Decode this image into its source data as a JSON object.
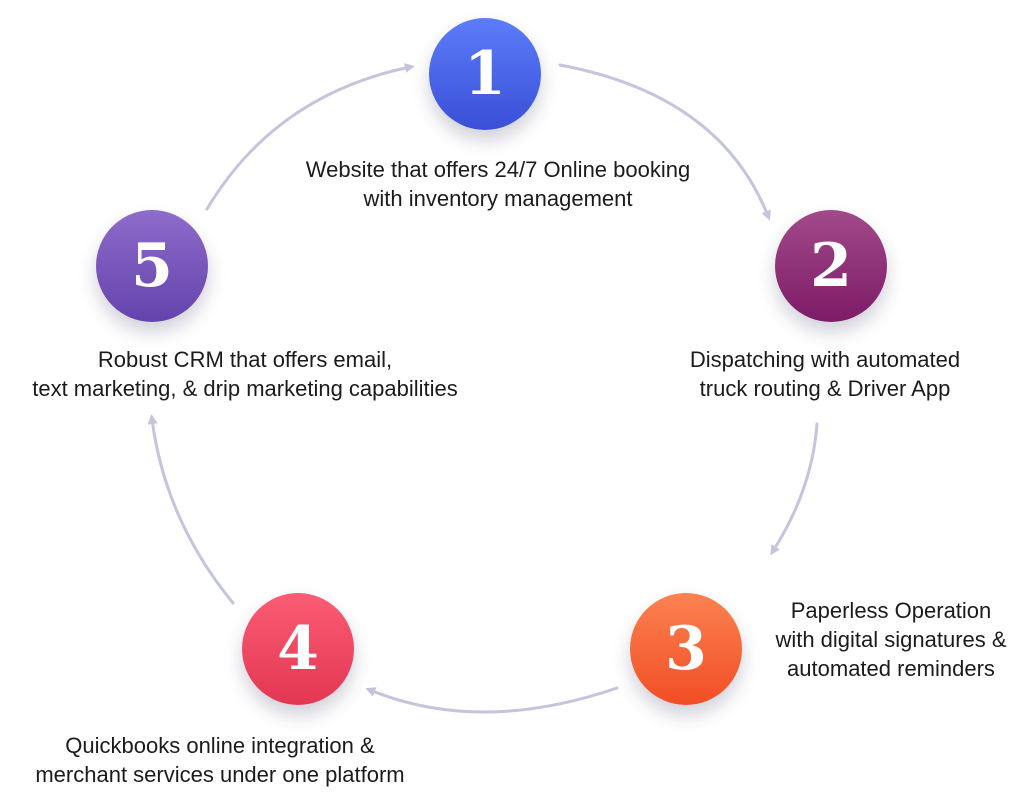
{
  "arrow_color": "#c4c4dc",
  "steps": [
    {
      "number": "1",
      "color_top": "#5c7dfb",
      "color_bottom": "#3a4fd6",
      "lines": [
        "Website that offers 24/7 Online booking",
        "with inventory management"
      ]
    },
    {
      "number": "2",
      "color_top": "#a24a8a",
      "color_bottom": "#7d1b67",
      "lines": [
        "Dispatching with automated",
        "truck routing & Driver App"
      ]
    },
    {
      "number": "3",
      "color_top": "#fb8251",
      "color_bottom": "#f24e24",
      "lines": [
        "Paperless Operation",
        "with digital signatures &",
        "automated reminders"
      ]
    },
    {
      "number": "4",
      "color_top": "#fb5c74",
      "color_bottom": "#e33752",
      "lines": [
        "Quickbooks online integration &",
        "merchant services under one platform"
      ]
    },
    {
      "number": "5",
      "color_top": "#8e6cca",
      "color_bottom": "#6443ad",
      "lines": [
        "Robust CRM that offers email,",
        "text marketing, & drip marketing capabilities"
      ]
    }
  ]
}
